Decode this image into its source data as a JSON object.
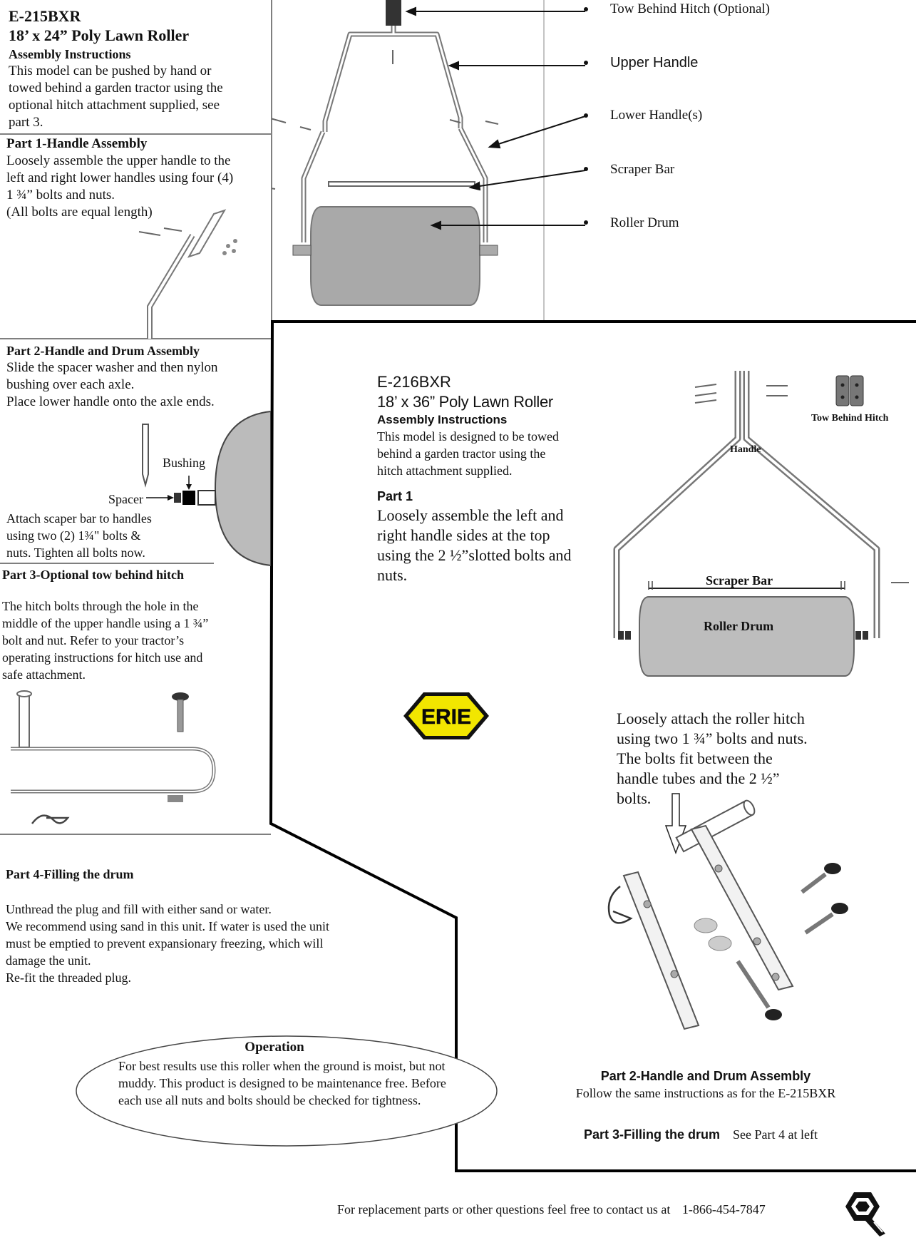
{
  "e215": {
    "model": "E-215BXR",
    "title": "18’ x 24” Poly Lawn Roller",
    "subtitle": "Assembly  Instructions",
    "intro": [
      "This model can be pushed by hand or",
      "towed behind a garden tractor using the",
      "optional hitch attachment supplied, see",
      "part 3."
    ]
  },
  "diagram_labels": {
    "hitch": "Tow Behind Hitch (Optional)",
    "upper_handle": "Upper Handle",
    "lower_handles": "Lower Handle(s)",
    "scraper_bar": "Scraper Bar",
    "roller_drum": "Roller Drum"
  },
  "part1": {
    "heading": "Part 1-Handle Assembly",
    "lines": [
      "Loosely assemble the upper handle to the",
      "left and right lower handles using four (4)",
      "1 ¾” bolts and nuts.",
      "(All bolts are equal length)"
    ]
  },
  "part2": {
    "heading": "Part 2-Handle and Drum Assembly",
    "lines": [
      "Slide the spacer washer and then nylon",
      "bushing over each axle.",
      "Place lower handle onto the axle ends."
    ],
    "bushing_label": "Bushing",
    "spacer_label": "Spacer",
    "scraper_lines": [
      "Attach scaper bar to handles",
      "using two (2) 1¾\" bolts &",
      "nuts. Tighten all bolts now."
    ]
  },
  "part3": {
    "heading": "Part 3-Optional tow behind hitch",
    "lines": [
      "The hitch bolts through the hole in the",
      "middle of the upper handle using a 1 ¾”",
      "bolt and nut. Refer to your tractor’s",
      "operating instructions for hitch use and",
      "safe attachment."
    ]
  },
  "part4": {
    "heading": "Part 4-Filling the drum",
    "lines": [
      "Unthread the plug and fill with either sand or water.",
      "We recommend using sand in this unit. If water is used the unit",
      "must be emptied to prevent expansionary freezing, which will",
      "damage the unit.",
      "Re-fit the threaded plug."
    ]
  },
  "operation": {
    "heading": "Operation",
    "lines": [
      "For best results use this roller when the ground is moist, but not",
      "muddy. This product is designed to be maintenance free. Before",
      "each use all nuts and bolts should be checked for tightness."
    ]
  },
  "e216": {
    "model": "E-216BXR",
    "title": "18’ x 36” Poly Lawn Roller",
    "subtitle": "Assembly  Instructions",
    "intro": [
      "This model is designed to be towed",
      "behind a garden tractor using the",
      "hitch attachment supplied."
    ],
    "part1_heading": "Part 1",
    "part1_lines": [
      "Loosely assemble the left and",
      "right handle sides at the top",
      "using the 2 ½”slotted bolts and",
      "nuts."
    ],
    "diagram_hitch": "Tow Behind Hitch",
    "diagram_handle": "Handle",
    "diagram_scraper": "Scraper Bar",
    "diagram_drum": "Roller Drum",
    "hitch_lines": [
      "Loosely attach the roller hitch",
      "using two 1 ¾” bolts and nuts.",
      "The bolts fit between the",
      "handle tubes and the 2 ½”",
      "bolts."
    ],
    "part2_heading": "Part 2-Handle and Drum Assembly",
    "part2_text": "Follow the same instructions as for the E-215BXR",
    "part3_heading": "Part 3-Filling the drum",
    "part3_text": "See Part 4 at left"
  },
  "logo": {
    "text": "ERIE",
    "color": "#f2e600"
  },
  "footer": {
    "text": "For replacement parts or other questions feel free to contact us at",
    "phone": "1-866-454-7847"
  }
}
